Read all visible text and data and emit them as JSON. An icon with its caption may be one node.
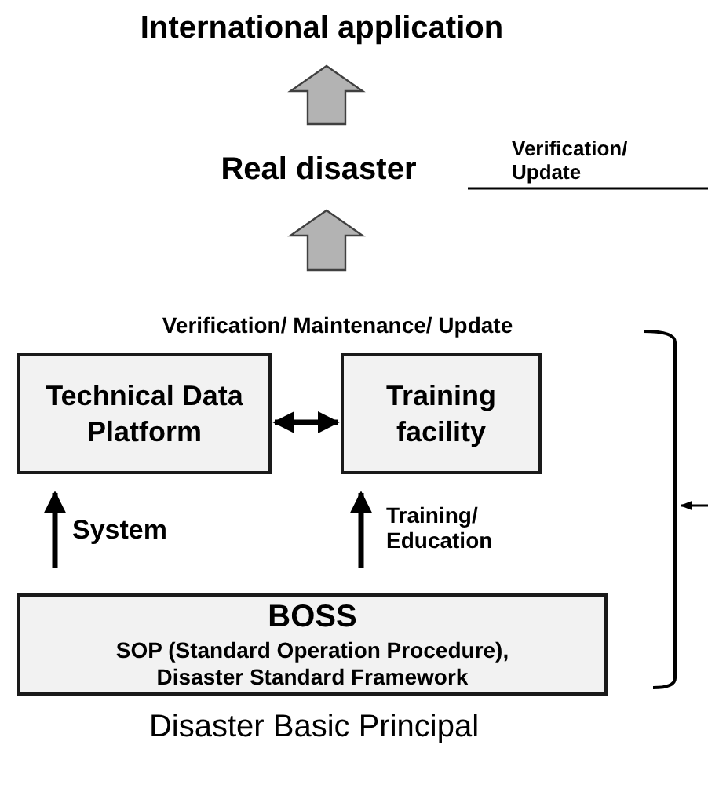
{
  "diagram": {
    "nodes": [
      {
        "text": [
          "International application"
        ]
      },
      {
        "text": [
          "Real disaster"
        ]
      },
      {
        "text": [
          "Technical Data Platform"
        ]
      },
      {
        "text": [
          "Training facility"
        ]
      },
      {
        "text": [
          "BOSS",
          "SOP (Standard Operation Procedure), Disaster Standard Framework"
        ],
        "beside": [
          "Disaster Basic Principal"
        ]
      }
    ],
    "edges": [
      {
        "from": 1,
        "to": 0,
        "arrow": "to",
        "style": "thick"
      },
      {
        "from": null,
        "to": 1,
        "arrow": "to",
        "style": "thick"
      },
      {
        "from": 1,
        "to": null,
        "arrow": "none",
        "label": "Verification/ Update"
      },
      {
        "from": 2,
        "to": 3,
        "arrow": "both"
      },
      {
        "from": 4,
        "to": 2,
        "arrow": "to",
        "label": "System"
      },
      {
        "from": 4,
        "to": 3,
        "arrow": "to",
        "label": "Training/ Education"
      }
    ],
    "labels": [
      "Verification/ Maintenance/ Update"
    ]
  }
}
